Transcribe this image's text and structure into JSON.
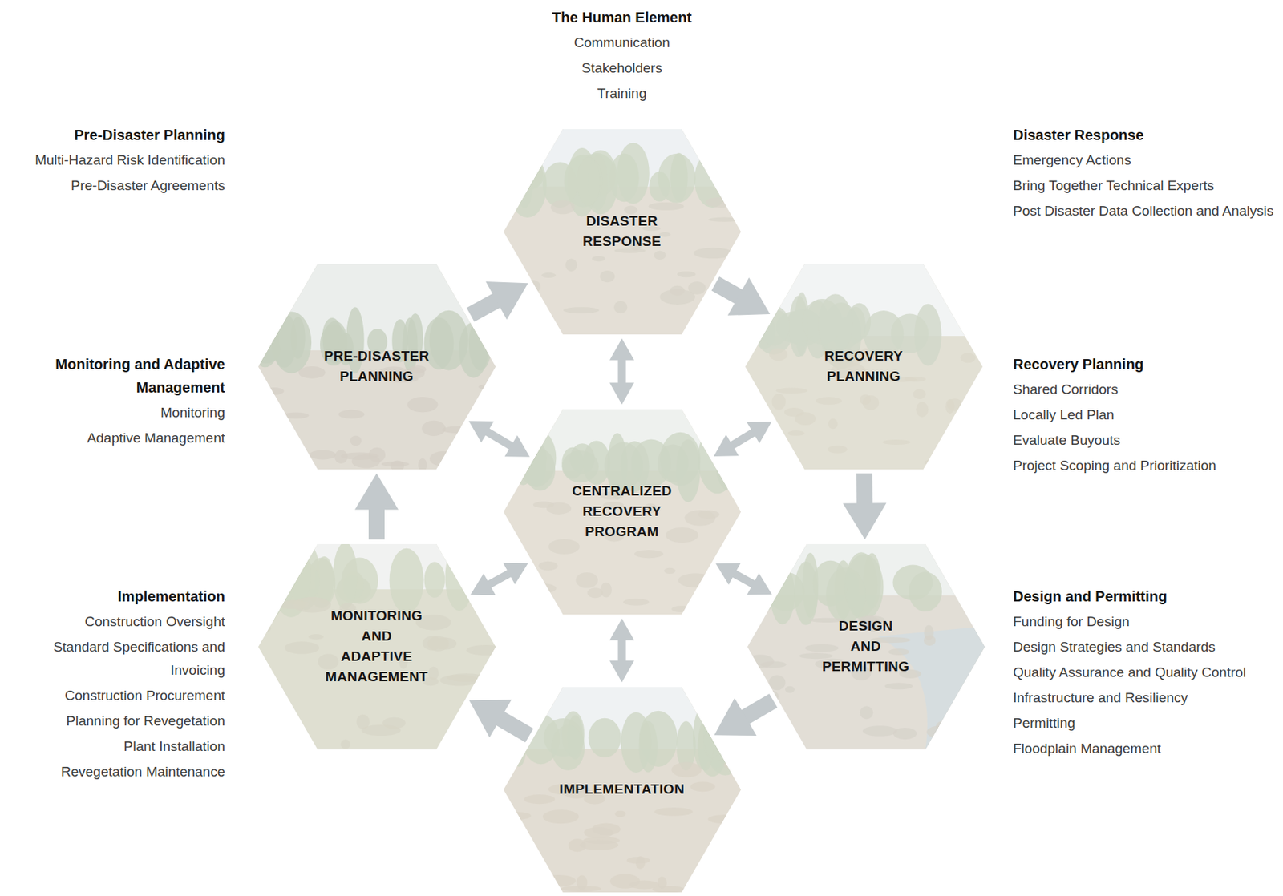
{
  "diagram": {
    "nodes": [
      {
        "text": [
          "DISASTER RESPONSE"
        ]
      },
      {
        "text": [
          "PRE-DISASTER PLANNING"
        ]
      },
      {
        "text": [
          "RECOVERY PLANNING"
        ]
      },
      {
        "text": [
          "CENTRALIZED RECOVERY PROGRAM"
        ]
      },
      {
        "text": [
          "MONITORING AND ADAPTIVE MANAGEMENT"
        ]
      },
      {
        "text": [
          "DESIGN AND PERMITTING"
        ]
      },
      {
        "text": [
          "IMPLEMENTATION"
        ]
      }
    ],
    "edges": [
      {
        "from": 1,
        "to": 0,
        "arrow": "to"
      },
      {
        "from": 0,
        "to": 2,
        "arrow": "to"
      },
      {
        "from": 2,
        "to": 5,
        "arrow": "to"
      },
      {
        "from": 5,
        "to": 6,
        "arrow": "to"
      },
      {
        "from": 6,
        "to": 4,
        "arrow": "to"
      },
      {
        "from": 4,
        "to": 1,
        "arrow": "to"
      },
      {
        "from": 3,
        "to": 0,
        "arrow": "both"
      },
      {
        "from": 3,
        "to": 1,
        "arrow": "both"
      },
      {
        "from": 3,
        "to": 2,
        "arrow": "both"
      },
      {
        "from": 3,
        "to": 4,
        "arrow": "both"
      },
      {
        "from": 3,
        "to": 5,
        "arrow": "both"
      },
      {
        "from": 3,
        "to": 6,
        "arrow": "both"
      }
    ],
    "labels": [
      "The Human Element",
      "Communication",
      "Stakeholders",
      "Training",
      "Pre-Disaster Planning",
      "Multi-Hazard Risk Identification",
      "Pre-Disaster Agreements",
      "Monitoring and Adaptive Management",
      "Monitoring",
      "Adaptive Management",
      "Implementation",
      "Construction Oversight",
      "Standard Specifications and Invoicing",
      "Construction Procurement",
      "Planning for Revegetation",
      "Plant Installation",
      "Revegetation Maintenance",
      "Disaster Response",
      "Emergency Actions",
      "Bring Together Technical Experts",
      "Post Disaster Data Collection and Analysis",
      "Recovery Planning",
      "Shared Corridors",
      "Locally Led Plan",
      "Evaluate Buyouts",
      "Project Scoping and Prioritization",
      "Design and Permitting",
      "Funding for Design",
      "Design Strategies and Standards",
      "Quality Assurance and Quality Control",
      "Infrastructure and Resiliency",
      "Permitting",
      "Floodplain Management"
    ]
  }
}
